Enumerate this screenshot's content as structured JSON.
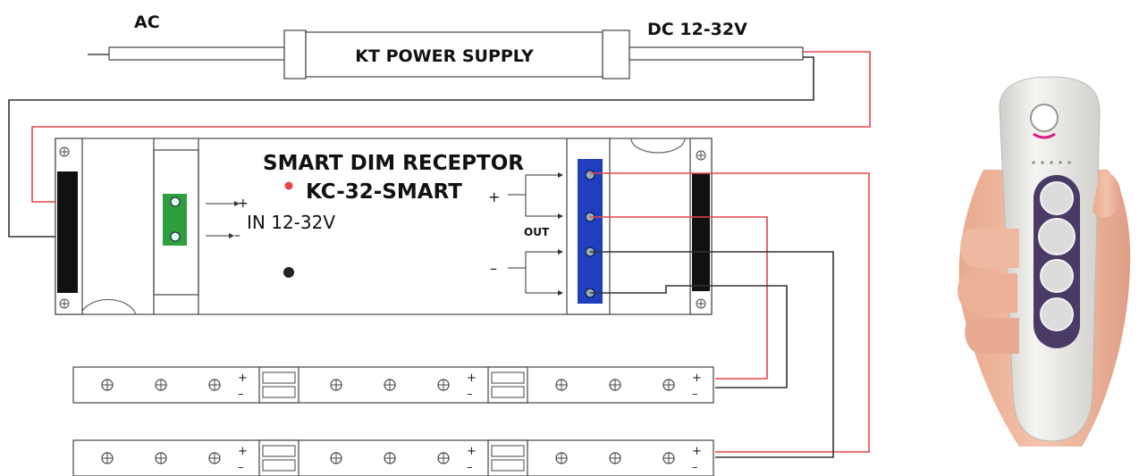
{
  "labels": {
    "ac": "AC",
    "power_supply": "KT POWER SUPPLY",
    "dc": "DC 12-32V",
    "receptor_title": "SMART DIM RECEPTOR",
    "receptor_model": "KC-32-SMART",
    "input": "IN 12-32V",
    "out": "OUT",
    "plus": "+",
    "minus": "–",
    "strip_plus": "+",
    "strip_minus": "–"
  },
  "colors": {
    "wire_red": "#e8434a",
    "wire_dark": "#333333",
    "terminal_green": "#2e9e3f",
    "terminal_blue": "#1f3fbf",
    "remote_body": "#ecebe9",
    "remote_buttons": "#4a3a66",
    "remote_accent": "#d81b7a"
  },
  "strips": {
    "rows": 2,
    "segments_per_row": 3,
    "screws_per_segment": 3
  },
  "remote": {
    "buttons": 4
  }
}
